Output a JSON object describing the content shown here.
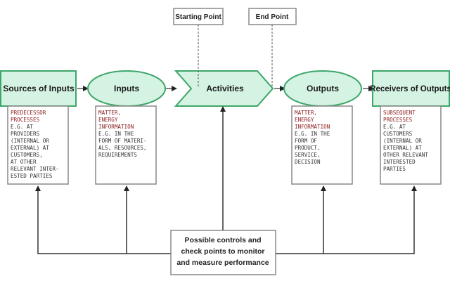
{
  "labels": {
    "starting_point": "Starting Point",
    "end_point": "End Point",
    "controls": [
      "Possible controls and",
      "check points to monitor",
      "and measure performance"
    ]
  },
  "nodes": [
    {
      "name": "Sources of Inputs",
      "shape": "rect",
      "note": [
        [
          "PREDECESSOR",
          true
        ],
        [
          "PROCESSES",
          true
        ],
        [
          "E.G. AT",
          false
        ],
        [
          "PROVIDERS",
          false
        ],
        [
          "(INTERNAL OR",
          false
        ],
        [
          "EXTERNAL) AT",
          false
        ],
        [
          "CUSTOMERS,",
          false
        ],
        [
          "AT OTHER",
          false
        ],
        [
          "RELEVANT INTER-",
          false
        ],
        [
          "ESTED PARTIES",
          false
        ]
      ]
    },
    {
      "name": "Inputs",
      "shape": "ellipse",
      "note": [
        [
          "MATTER,",
          true
        ],
        [
          "ENERGY",
          true
        ],
        [
          "INFORMATION",
          true
        ],
        [
          "E.G. IN THE",
          false
        ],
        [
          "FORM OF MATERI-",
          false
        ],
        [
          "ALS, RESOURCES,",
          false
        ],
        [
          "REQUIREMENTS",
          false
        ]
      ]
    },
    {
      "name": "Activities",
      "shape": "chevron",
      "note": []
    },
    {
      "name": "Outputs",
      "shape": "ellipse",
      "note": [
        [
          "MATTER,",
          true
        ],
        [
          "ENERGY",
          true
        ],
        [
          "INFORMATION",
          true
        ],
        [
          "E.G. IN THE",
          false
        ],
        [
          "FORM OF",
          false
        ],
        [
          "PRODUCT,",
          false
        ],
        [
          "SERVICE,",
          false
        ],
        [
          "DECISION",
          false
        ]
      ]
    },
    {
      "name": "Receivers of Outputs",
      "shape": "rect",
      "note": [
        [
          "SUBSEQUENT",
          true
        ],
        [
          "PROCESSES",
          true
        ],
        [
          "E.G. AT",
          false
        ],
        [
          "CUSTOMERS",
          false
        ],
        [
          "(INTERNAL OR",
          false
        ],
        [
          "EXTERNAL) AT",
          false
        ],
        [
          "OTHER RELEVANT",
          false
        ],
        [
          "INTERESTED",
          false
        ],
        [
          "PARTIES",
          false
        ]
      ]
    }
  ],
  "colors": {
    "fill": "#d5f3e3",
    "stroke": "#3ea66a",
    "line": "#333333",
    "red": "#8b1a1a",
    "box": "#888888"
  }
}
